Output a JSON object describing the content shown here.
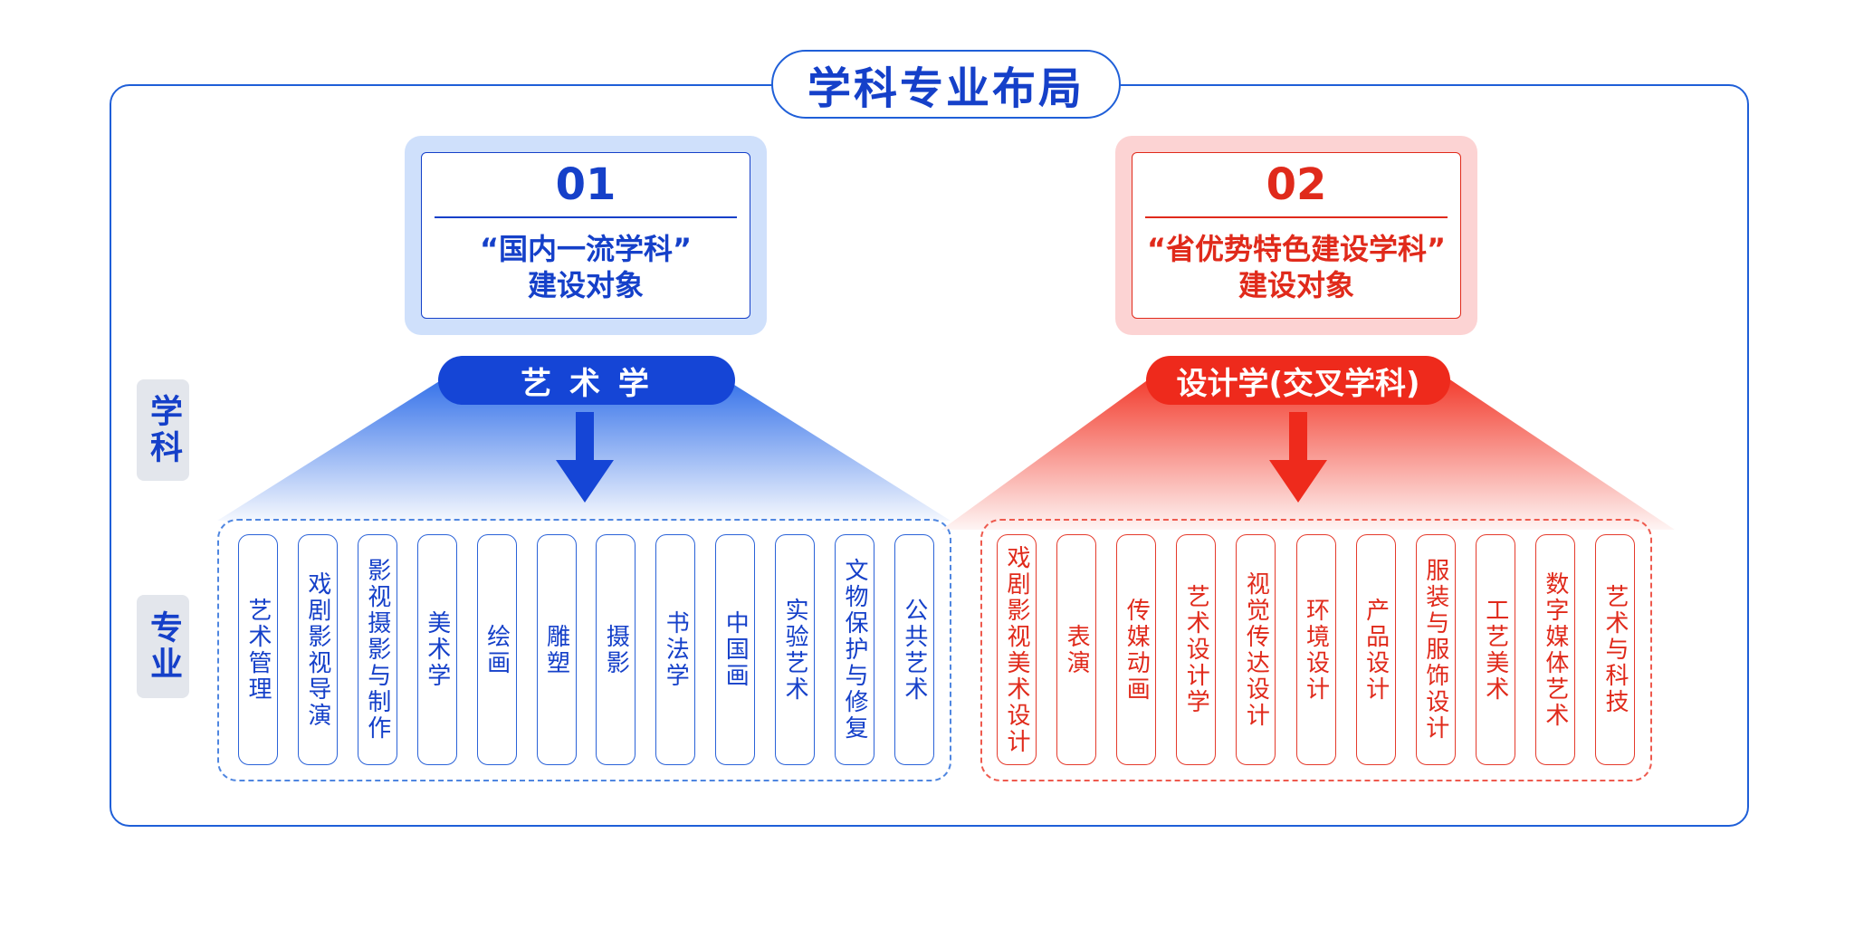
{
  "title": "学科专业布局",
  "side_labels": {
    "discipline": "学科",
    "major": "专业"
  },
  "cards": [
    {
      "number": "01",
      "description": "“国内一流学科”\n建设对象",
      "color": "#1540c9",
      "frame_color": "#cfe0fb"
    },
    {
      "number": "02",
      "description": "“省优势特色建设学科”\n建设对象",
      "color": "#e02a1b",
      "frame_color": "#fcd3d3"
    }
  ],
  "disciplines": [
    {
      "label": "艺 术 学",
      "color": "#1545d6"
    },
    {
      "label": "设计学(交叉学科)",
      "color": "#ee2a1c"
    }
  ],
  "majors": {
    "art": [
      "艺术管理",
      "戏剧影视导演",
      "影视摄影与制作",
      "美术学",
      "绘画",
      "雕塑",
      "摄影",
      "书法学",
      "中国画",
      "实验艺术",
      "文物保护与修复",
      "公共艺术"
    ],
    "design": [
      "戏剧影视美术设计",
      "表演",
      "传媒动画",
      "艺术设计学",
      "视觉传达设计",
      "环境设计",
      "产品设计",
      "服装与服饰设计",
      "工艺美术",
      "数字媒体艺术",
      "艺术与科技"
    ]
  },
  "colors": {
    "blue": "#1540c9",
    "red": "#e02a1b",
    "frame": "#1f5fd8"
  }
}
